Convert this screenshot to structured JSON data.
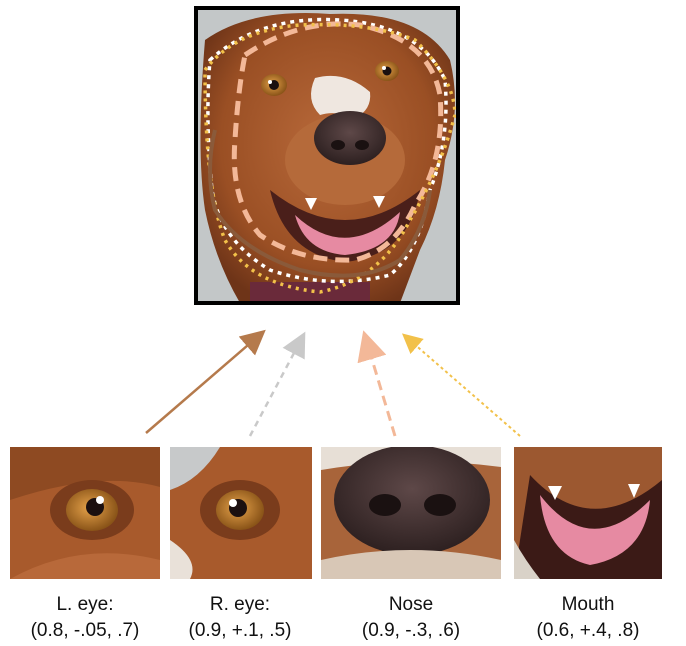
{
  "parts": [
    {
      "label": "L. eye:",
      "values": "(0.8, -.05, .7)",
      "color": "#b57a4c",
      "style": "solid"
    },
    {
      "label": "R. eye:",
      "values": "(0.9, +.1, .5)",
      "color": "#c9c9c9",
      "style": "dashed"
    },
    {
      "label": "Nose",
      "values": "(0.9, -.3, .6)",
      "color": "#f3b898",
      "style": "long-dash"
    },
    {
      "label": "Mouth",
      "values": "(0.6, +.4, .8)",
      "color": "#f2c14a",
      "style": "dotted"
    }
  ],
  "colors": {
    "dog_fur": "#a3572a",
    "dog_fur_dark": "#6e3418",
    "nose": "#3a2b2b",
    "tongue": "#e68aa2",
    "background": "#bfc3c4",
    "white_contour": "#ffffff"
  },
  "icons": [
    "dog-face-image",
    "left-eye-crop",
    "right-eye-crop",
    "nose-crop",
    "mouth-crop"
  ]
}
